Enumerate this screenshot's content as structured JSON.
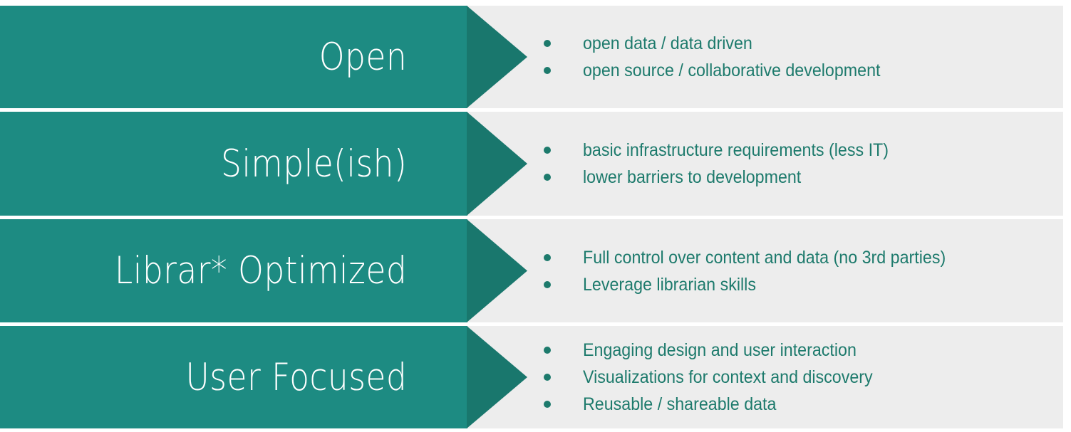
{
  "diagram": {
    "type": "chevron-process-list",
    "title": "",
    "colors": {
      "chevron_body": "#1d8b82",
      "chevron_head": "#19776d",
      "panel_background": "#ededed",
      "label_text": "#ffffff",
      "bullet_text": "#1d7a6c",
      "page_background": "#ffffff"
    },
    "rows": [
      {
        "label": "Open",
        "bullets": [
          "open data / data driven",
          "open source / collaborative development"
        ]
      },
      {
        "label": "Simple(ish)",
        "bullets": [
          "basic infrastructure requirements (less IT)",
          "lower barriers to development"
        ]
      },
      {
        "label": "Librar* Optimized",
        "bullets": [
          "Full control over content and data (no 3rd parties)",
          "Leverage librarian skills"
        ]
      },
      {
        "label": "User Focused",
        "bullets": [
          "Engaging design and user interaction",
          "Visualizations for context and discovery",
          "Reusable / shareable data"
        ]
      }
    ]
  }
}
